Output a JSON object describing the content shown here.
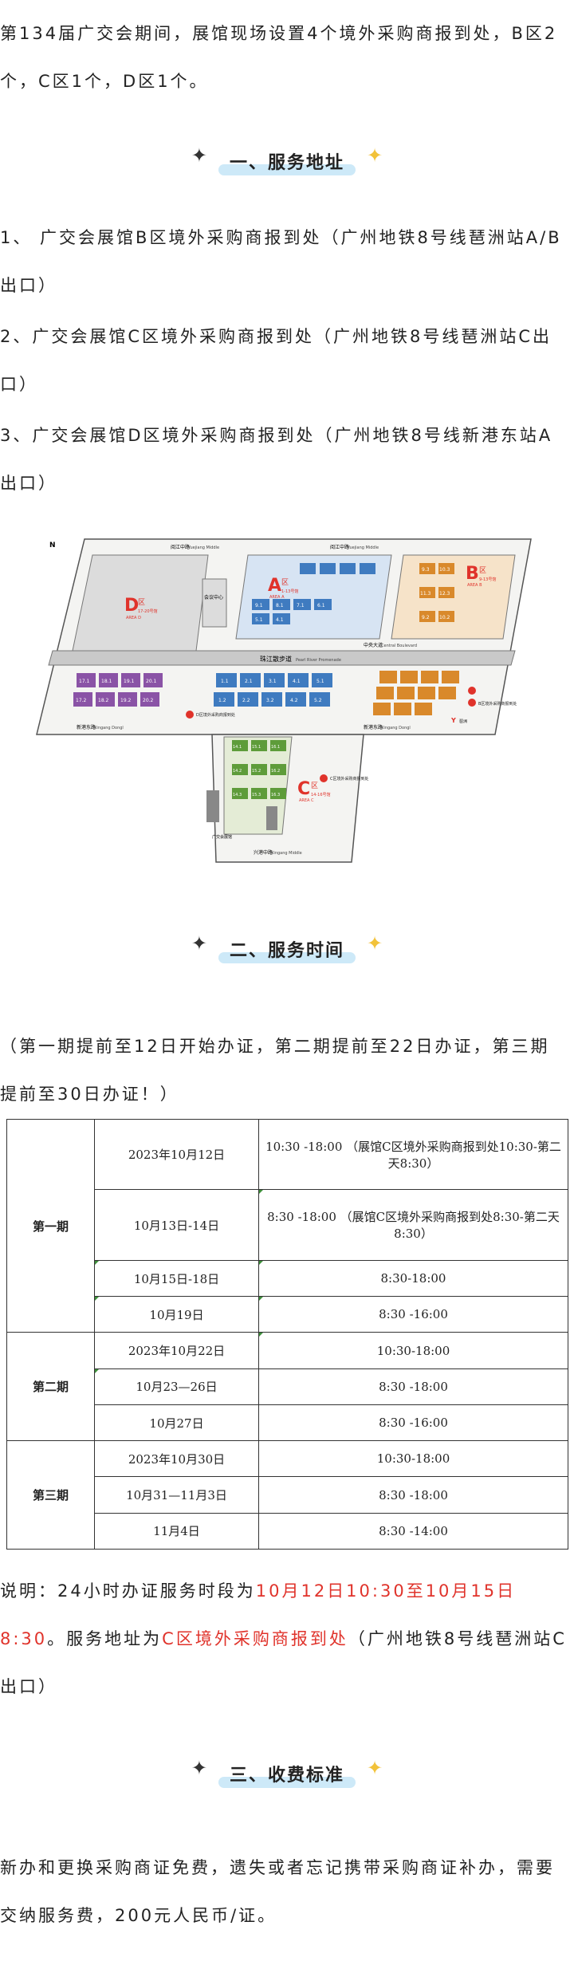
{
  "intro": "第134届广交会期间，展馆现场设置4个境外采购商报到处，B区2个，C区1个，D区1个。",
  "sections": {
    "s1": {
      "title": "一、服务地址"
    },
    "s2": {
      "title": "二、服务时间"
    },
    "s3": {
      "title": "三、收费标准"
    }
  },
  "addresses": [
    "1、 广交会展馆B区境外采购商报到处（广州地铁8号线琶洲站A/B出口）",
    " 2、广交会展馆C区境外采购商报到处（广州地铁8号线琶洲站C出口）",
    " 3、广交会展馆D区境外采购商报到处（广州地铁8号线新港东站A出口）"
  ],
  "map": {
    "roads": {
      "north": "阅江中路",
      "north_en": "Yuejiang Middle",
      "south": "新港东路",
      "south_en": "Xingang Dongl",
      "promenade": "珠江散步道",
      "promenade_en": "Pearl River Promenade",
      "center": "中央大道",
      "center_en": "Central Boulevard",
      "bottom": "兴港中路",
      "bottom_en": "Xingang Middle"
    },
    "areas": {
      "a": {
        "letter": "A",
        "label": "区",
        "en": "AREA A",
        "range": "1-13号馆"
      },
      "b": {
        "letter": "B",
        "label": "区",
        "en": "AREA B",
        "range": "9-13号馆"
      },
      "c": {
        "letter": "C",
        "label": "区",
        "en": "AREA C",
        "range": "14-16号馆"
      },
      "d": {
        "letter": "D",
        "label": "区",
        "en": "AREA D",
        "range": "17-20号馆"
      }
    },
    "halls": {
      "a_north": [
        "9.1",
        "8.1",
        "7.1",
        "6.1",
        "5.1",
        "4.1"
      ],
      "b_north": [
        "9.3",
        "10.3",
        "11.3",
        "12.3",
        "9.2",
        "10.2"
      ],
      "d": [
        "17.1",
        "18.1",
        "19.1",
        "20.1",
        "17.2",
        "18.2",
        "19.2",
        "20.2"
      ],
      "a_south": [
        "1.1",
        "2.1",
        "3.1",
        "4.1",
        "5.1",
        "1.2",
        "2.2",
        "3.2",
        "4.2",
        "5.2"
      ],
      "c": [
        "14.1",
        "15.1",
        "16.1",
        "14.2",
        "15.2",
        "16.2",
        "14.3",
        "15.3",
        "16.3"
      ]
    },
    "labels": {
      "service_center": "会议中心",
      "reg_b": "B区境外采购商报到处",
      "reg_c": "C区境外采购商报到处",
      "reg_d": "D区境外采购商报到处",
      "metro": "琶洲",
      "legend_y": "Y",
      "bus": "广交会展馆",
      "north_mark": "N"
    }
  },
  "notice": "（第一期提前至12日开始办证，第二期提前至22日办证，第三期提前至30日办证！）",
  "schedule": {
    "periods": [
      {
        "name": "第一期",
        "rows": [
          {
            "date": "2023年10月12日",
            "time": "10:30 -18:00 （展馆C区境外采购商报到处10:30-第二天8:30）"
          },
          {
            "date": "10月13日-14日",
            "time": "8:30 -18:00 （展馆C区境外采购商报到处8:30-第二天8:30）"
          },
          {
            "date": "10月15日-18日",
            "time": "8:30-18:00"
          },
          {
            "date": "10月19日",
            "time": "8:30 -16:00"
          }
        ]
      },
      {
        "name": "第二期",
        "rows": [
          {
            "date": "2023年10月22日",
            "time": "10:30-18:00"
          },
          {
            "date": "10月23—26日",
            "time": "8:30 -18:00"
          },
          {
            "date": "10月27日",
            "time": "8:30 -16:00"
          }
        ]
      },
      {
        "name": "第三期",
        "rows": [
          {
            "date": "2023年10月30日",
            "time": "10:30-18:00"
          },
          {
            "date": "10月31—11月3日",
            "time": "8:30 -18:00"
          },
          {
            "date": "11月4日",
            "time": "8:30 -14:00"
          }
        ]
      }
    ]
  },
  "explain": {
    "p1": "说明：24小时办证服务时段为",
    "p2": "10月12日10:30至10月15日8:30",
    "p3": "。服务地址为",
    "p4": "C区境外采购商报到处",
    "p5": "（广州地铁8号线琶洲站C出口）"
  },
  "fee": "新办和更换采购商证免费，遗失或者忘记携带采购商证补办，需要交纳服务费，200元人民币/证。",
  "colors": {
    "accent_red": "#e0332b",
    "title_highlight": "#cde9f8",
    "star_gold": "#f2c23a",
    "hall_blue": "#3f7bc0",
    "hall_purple": "#8a53a6",
    "hall_orange": "#d9892b",
    "hall_green": "#5e9c3a"
  }
}
